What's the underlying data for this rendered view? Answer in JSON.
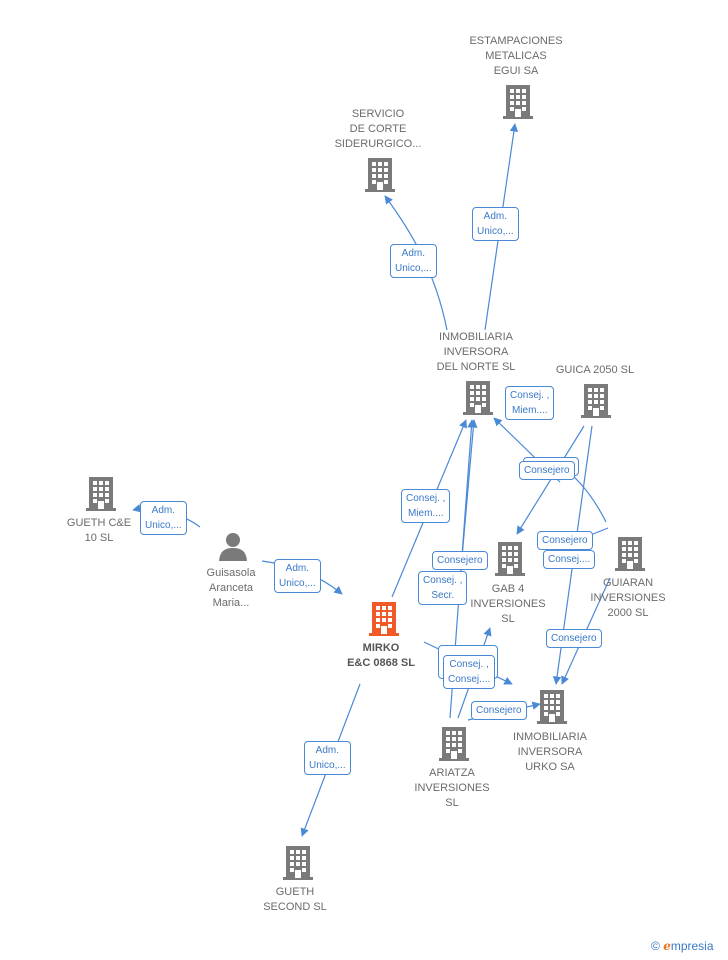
{
  "colors": {
    "company": "#7a7a7a",
    "main": "#f05a28",
    "person": "#7a7a7a",
    "edge": "#4a89d6"
  },
  "nodes": {
    "estampaciones": {
      "label": "ESTAMPACIONES\nMETALICAS\nEGUI SA",
      "icon": "building-icon"
    },
    "servicio": {
      "label": "SERVICIO\nDE CORTE\nSIDERURGICO...",
      "icon": "building-icon"
    },
    "inmobiliaria_norte": {
      "label": "INMOBILIARIA\nINVERSORA\nDEL NORTE SL",
      "icon": "building-icon"
    },
    "guica": {
      "label": "GUICA 2050  SL",
      "icon": "building-icon"
    },
    "gueth_ce": {
      "label": "GUETH C&E\n10  SL",
      "icon": "building-icon"
    },
    "guisasola": {
      "label": "Guisasola\nAranceta\nMaria...",
      "icon": "person-icon"
    },
    "gab4": {
      "label": "GAB 4\nINVERSIONES\nSL",
      "icon": "building-icon"
    },
    "guiaran": {
      "label": "GUIARAN\nINVERSIONES\n2000  SL",
      "icon": "building-icon"
    },
    "mirko": {
      "label": "MIRKO\nE&C 0868  SL",
      "icon": "building-icon"
    },
    "inmobiliaria_urko": {
      "label": "INMOBILIARIA\nINVERSORA\nURKO SA",
      "icon": "building-icon"
    },
    "ariatza": {
      "label": "ARIATZA\nINVERSIONES\nSL",
      "icon": "building-icon"
    },
    "gueth_second": {
      "label": "GUETH\nSECOND  SL",
      "icon": "building-icon"
    }
  },
  "edge_labels": {
    "adm_estampaciones": "Adm.\nUnico,...",
    "adm_servicio": "Adm.\nUnico,...",
    "consej_guica": "Consej. ,\nMiem....",
    "consejero_a": "Consejero",
    "consejero_b": "Consejero",
    "adm_gueth_ce": "Adm.\nUnico,...",
    "adm_guisasola": "Adm.\nUnico,...",
    "consej_mirko": "Consej. ,\nMiem....",
    "consejero_gab": "Consejero",
    "consej_secr": "Consej. ,\nSecr.",
    "consejero_guiaran": "Consejero",
    "consej_consej": "Consej....",
    "consej_ariatza": "Consej. ,\nConsej....",
    "consejero_urko_a": "Consejero",
    "consejero_urko_b": "Consejero",
    "adm_gueth_second": "Adm.\nUnico,..."
  },
  "brand": {
    "copyright": "©",
    "name_first": "e",
    "name_rest": "mpresia"
  }
}
